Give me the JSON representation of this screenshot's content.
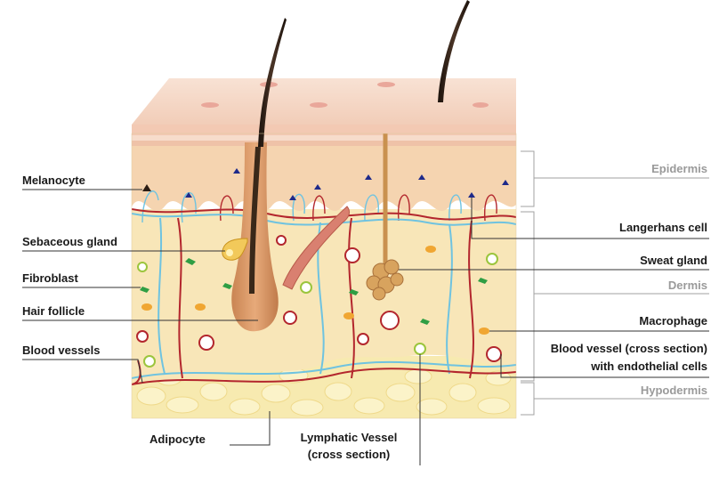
{
  "labels_left": {
    "melanocyte": "Melanocyte",
    "sebaceous_gland": "Sebaceous gland",
    "fibroblast": "Fibroblast",
    "hair_follicle": "Hair follicle",
    "blood_vessels": "Blood vessels"
  },
  "labels_right": {
    "langerhans_cell": "Langerhans cell",
    "sweat_gland": "Sweat gland",
    "macrophage": "Macrophage",
    "blood_vessel_cross_line1": "Blood vessel (cross section)",
    "blood_vessel_cross_line2": "with endothelial cells"
  },
  "labels_bottom": {
    "adipocyte": "Adipocyte",
    "lymphatic_line1": "Lymphatic Vessel",
    "lymphatic_line2": "(cross section)"
  },
  "layers": {
    "epidermis": "Epidermis",
    "dermis": "Dermis",
    "hypodermis": "Hypodermis"
  },
  "colors": {
    "label_text": "#1a1a1a",
    "layer_text": "#9a9a9a",
    "skin_surface": "#f6d9c8",
    "epidermis": "#f5d4b0",
    "dermis": "#f8e6b8",
    "hypodermis": "#f7eab0",
    "blood_vessel": "#b3262d",
    "lymph_vessel": "#6fc3e0",
    "hair": "#2b1d14"
  }
}
